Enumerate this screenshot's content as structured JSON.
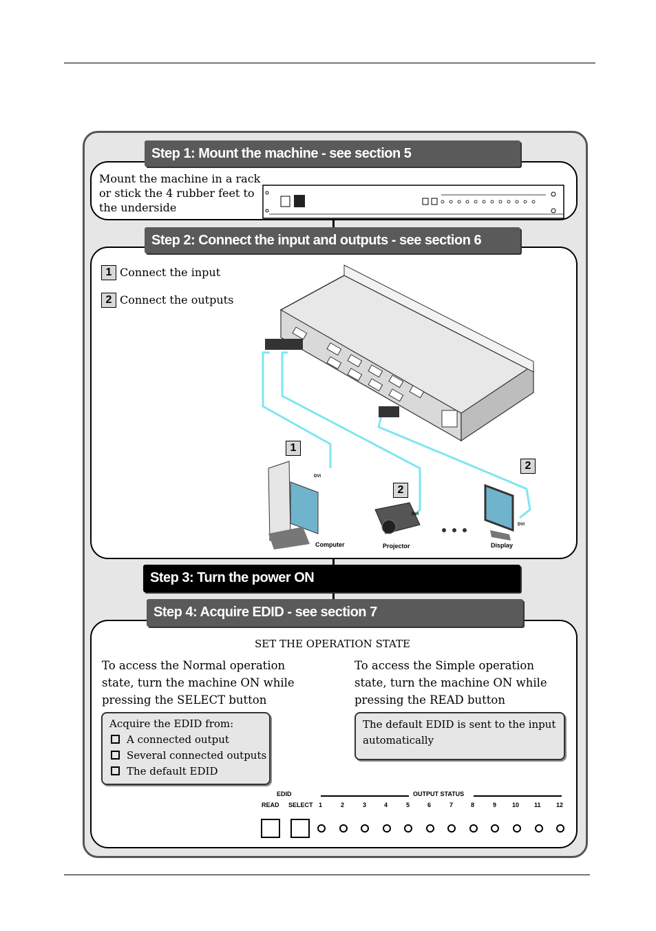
{
  "step1": {
    "title": "Step 1: Mount the machine - see section 5",
    "text": "Mount the machine in a rack or stick the 4 rubber feet to the underside"
  },
  "step2": {
    "title": "Step 2: Connect the input and outputs - see section 6",
    "items": [
      {
        "num": "1",
        "label": "Connect the input"
      },
      {
        "num": "2",
        "label": "Connect the outputs"
      }
    ],
    "diagram": {
      "num_computer": "1",
      "num_projector": "2",
      "num_display": "2",
      "dvi": "DVI",
      "computer": "Computer",
      "projector": "Projector",
      "display": "Display"
    }
  },
  "step3": {
    "title": "Step 3: Turn the power ON"
  },
  "step4": {
    "title": "Step 4: Acquire EDID - see section 7",
    "heading": "SET THE OPERATION STATE",
    "left_text": "To access the Normal operation state, turn the machine ON while pressing the SELECT button",
    "right_text": "To access the Simple operation state, turn the machine ON while pressing the READ button",
    "left_box": {
      "title": "Acquire the EDID from:",
      "options": [
        "A connected output",
        "Several connected outputs",
        "The default EDID"
      ]
    },
    "right_box": "The default EDID is sent to the input automatically",
    "panel": {
      "edid": "EDID",
      "read": "READ",
      "select": "SELECT",
      "output_status": "OUTPUT STATUS",
      "outputs": [
        "1",
        "2",
        "3",
        "4",
        "5",
        "6",
        "7",
        "8",
        "9",
        "10",
        "11",
        "12"
      ]
    }
  }
}
